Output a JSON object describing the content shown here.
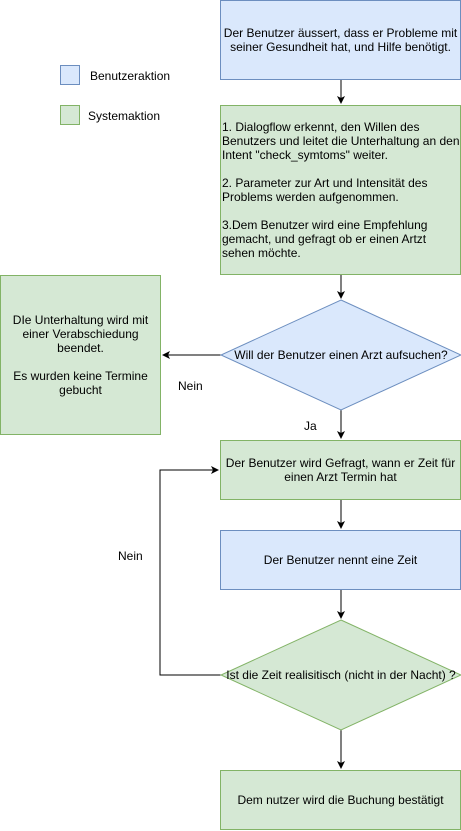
{
  "legend": {
    "user_action": {
      "label": "Benutzeraktion",
      "color": "#dae8fc",
      "border": "#6c8ebf"
    },
    "system_action": {
      "label": "Systemaktion",
      "color": "#d5e8d4",
      "border": "#82b366"
    }
  },
  "nodes": {
    "start": "Der Benutzer äussert, dass er Probleme mit seiner Gesundheit hat, und Hilfe benötigt.",
    "dialogflow": "1. Dialogflow erkennt, den Willen des Benutzers und leitet die Unterhaltung an den Intent \"check_symtoms\" weiter.\n\n2. Parameter zur Art und Intensität des Problems werden aufgenommen.\n\n3.Dem Benutzer wird eine Empfehlung gemacht, und gefragt ob er einen Artzt sehen möchte.",
    "decision_doctor": "Will der Benutzer einen Arzt aufsuchen?",
    "end_no": "DIe Unterhaltung wird mit einer Verabschiedung beendet.\n\nEs wurden keine Termine gebucht",
    "ask_time": "Der Benutzer wird Gefragt, wann er Zeit für einen Arzt Termin hat",
    "user_time": "Der Benutzer nennt eine Zeit",
    "decision_time": "Ist die Zeit realisitisch (nicht in der Nacht) ?",
    "confirm": "Dem nutzer wird die Buchung bestätigt"
  },
  "edge_labels": {
    "no_doctor": "Nein",
    "yes_doctor": "Ja",
    "no_time": "Nein"
  }
}
